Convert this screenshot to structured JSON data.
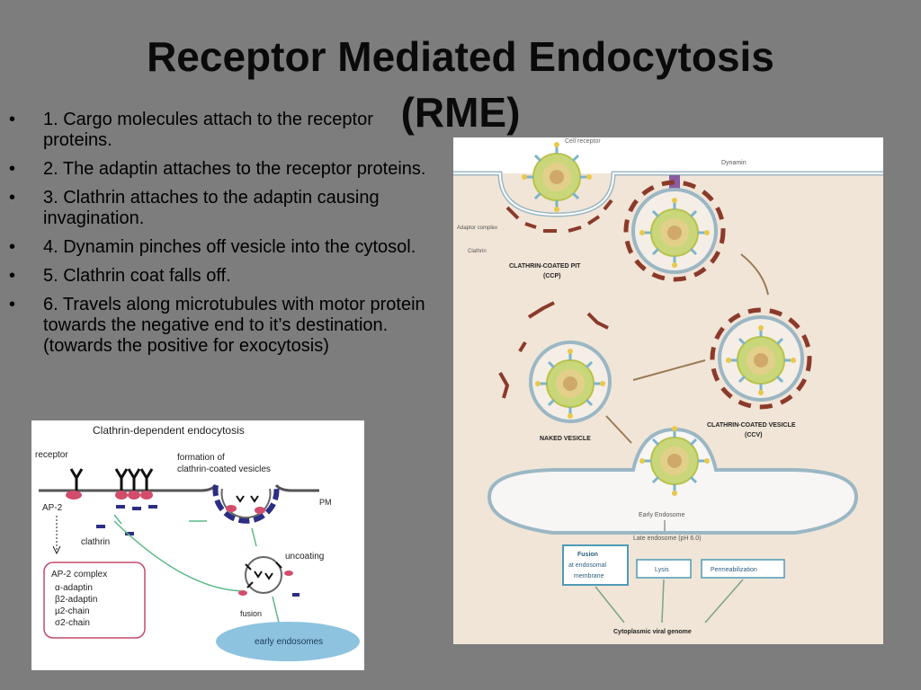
{
  "title": {
    "line1": "Receptor Mediated Endocytosis",
    "line2": "(RME)"
  },
  "bullets": [
    "1. Cargo molecules attach to the receptor proteins.",
    "2. The adaptin attaches to the receptor proteins.",
    "3. Clathrin attaches to the adaptin causing invagination.",
    "4. Dynamin pinches off vesicle into the cytosol.",
    "5. Clathrin coat falls off.",
    "6. Travels along microtubules with motor protein towards the negative end to it’s destination. (towards the positive for exocytosis)"
  ],
  "bullet_marker": "•",
  "left_figure": {
    "title": "Clathrin-dependent endocytosis",
    "receptor": "receptor",
    "formation_line1": "formation of",
    "formation_line2": "clathrin-coated vesicles",
    "pm": "PM",
    "ap2": "AP-2",
    "clathrin": "clathrin",
    "uncoating": "uncoating",
    "fusion": "fusion",
    "early_endosomes": "early endosomes",
    "complex_title": "AP-2 complex",
    "complex_items": [
      "α-adaptin",
      "β2-adaptin",
      "µ2-chain",
      "σ2-chain"
    ]
  },
  "right_figure": {
    "cell_receptor": "Cell receptor",
    "dynamin": "Dynamin",
    "adaptor_complex": "Adaptor complex",
    "clathrin": "Clathrin",
    "ccp_line1": "CLATHRIN-COATED PIT",
    "ccp_line2": "(CCP)",
    "ccv_line1": "CLATHRIN-COATED VESICLE",
    "ccv_line2": "(CCV)",
    "naked_vesicle": "NAKED VESICLE",
    "early_endosome": "Early Endosome",
    "late_endosome": "Late endosome (pH 6.0)",
    "box1_title": "Fusion",
    "box1_line2": "at endosomal",
    "box1_line3": "membrane",
    "box2": "Lysis",
    "box3": "Permeabilization",
    "bottom": "Cytoplasmic viral genome"
  }
}
